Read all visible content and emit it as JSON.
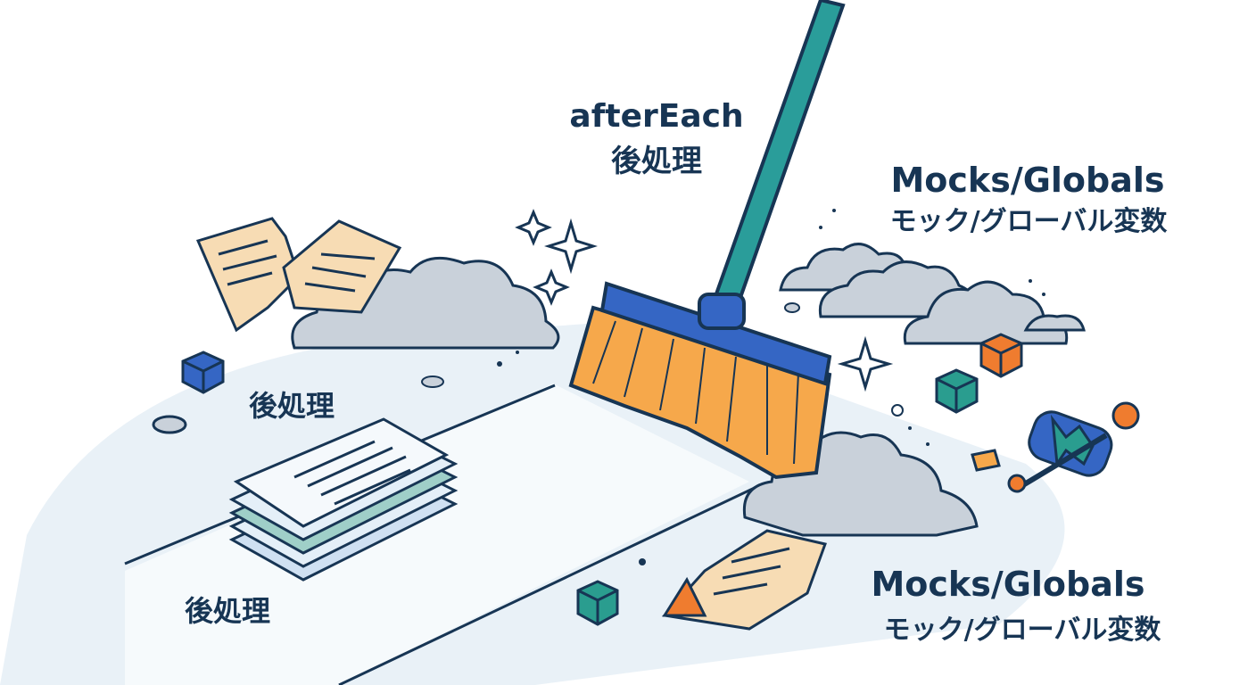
{
  "labels": {
    "after_each_en": "afterEach",
    "after_each_ja": "後処理",
    "cleanup_left": "後処理",
    "cleanup_bottom": "後処理",
    "mocks_top_en": "Mocks/Globals",
    "mocks_top_ja": "モック/グローバル変数",
    "mocks_bottom_en": "Mocks/Globals",
    "mocks_bottom_ja": "モック/グローバル変数"
  },
  "colors": {
    "outline": "#173554",
    "handle": "#2a9d9a",
    "broom_head": "#3566c4",
    "bristles": "#f6a84b",
    "dust": "#c9d1da",
    "paper": "#f7dcb4",
    "floor": "#e9f1f7",
    "cube_blue": "#3566c4",
    "cube_teal": "#2a9d8f",
    "cube_orange": "#ef7c2f"
  },
  "icons": [
    "broom-icon",
    "sparkle-icon",
    "dust-cloud-icon",
    "torn-paper-icon",
    "document-stack-icon",
    "cube-icon",
    "broken-toy-icon"
  ]
}
